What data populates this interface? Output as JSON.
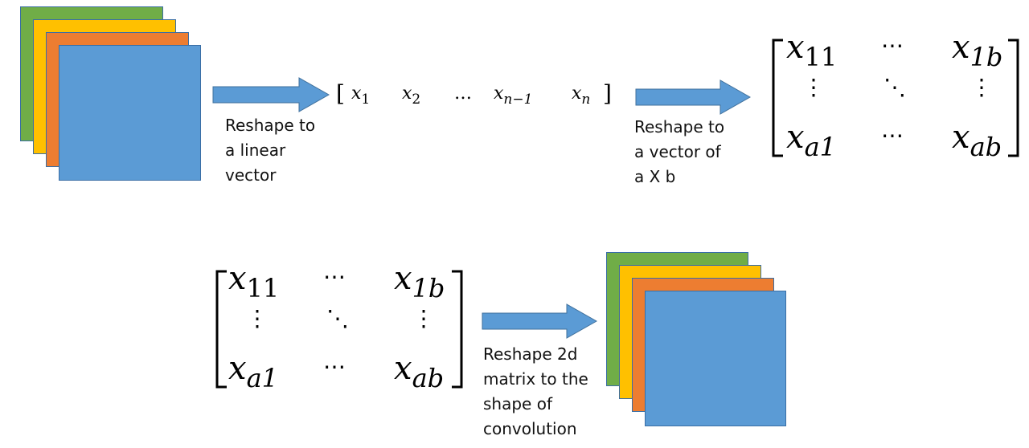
{
  "colors": {
    "green": "#70AD47",
    "yellow": "#FFC000",
    "orange": "#ED7D31",
    "blue": "#5B9BD5",
    "arrow": "#5B9BD5"
  },
  "step1": {
    "caption": "Reshape to\na linear\nvector"
  },
  "vector": {
    "open": "[",
    "close": "]",
    "items": [
      {
        "base": "x",
        "sub": "1"
      },
      {
        "base": "x",
        "sub": "2"
      },
      {
        "ellipsis": "…"
      },
      {
        "base": "x",
        "sub": "n−1"
      },
      {
        "base": "x",
        "sub": "n"
      }
    ]
  },
  "step2": {
    "caption": "Reshape to\na vector of\na X b"
  },
  "matrix": {
    "top_left": {
      "base": "x",
      "sub": "11"
    },
    "top_dots": "⋯",
    "top_right": {
      "base": "x",
      "sub": "1b"
    },
    "left_vdots": "⋮",
    "diag_dots": "⋱",
    "right_vdots": "⋮",
    "bottom_left": {
      "base": "x",
      "sub": "a1"
    },
    "bottom_dots": "⋯",
    "bottom_right": {
      "base": "x",
      "sub": "ab"
    }
  },
  "step3": {
    "caption": "Reshape 2d\nmatrix to the\nshape of\nconvolution"
  }
}
